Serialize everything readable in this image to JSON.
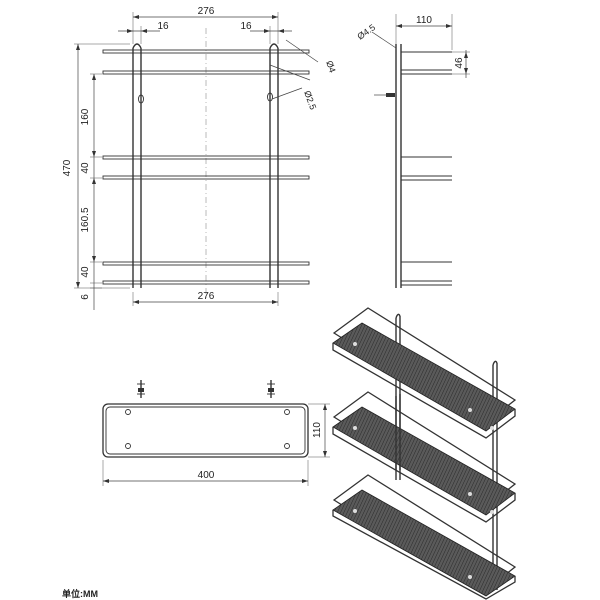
{
  "front_view": {
    "top_width": "276",
    "left_offset": "16",
    "right_offset": "16",
    "hole_diameter": "Ø4",
    "rod_diameter": "Ø2.5",
    "total_height": "470",
    "segment_1": "160",
    "segment_2": "40",
    "segment_3": "160.5",
    "segment_4": "40",
    "segment_5": "6",
    "bottom_width": "276"
  },
  "side_view": {
    "depth": "110",
    "hook_diameter": "Ø4.5",
    "shelf_rail_height": "46"
  },
  "top_view": {
    "length": "400",
    "depth": "110"
  },
  "footer": {
    "unit_note": "单位:MM"
  }
}
